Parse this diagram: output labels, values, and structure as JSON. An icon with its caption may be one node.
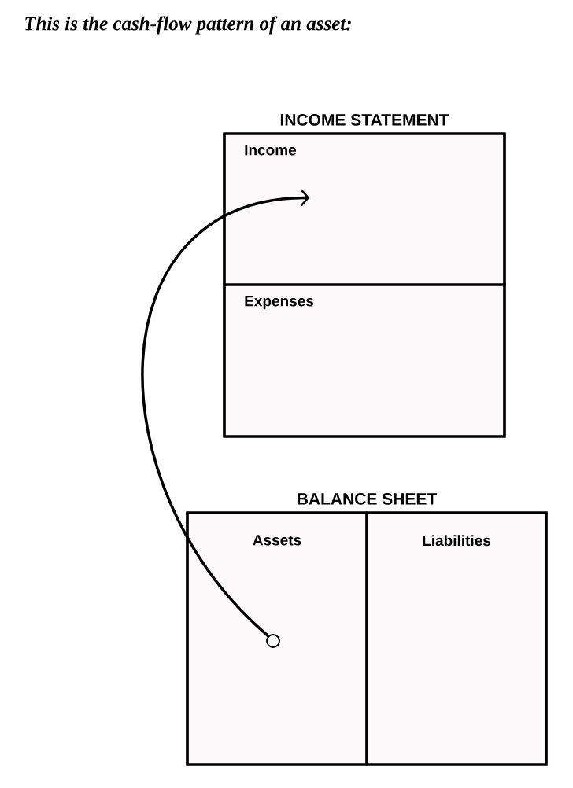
{
  "diagram": {
    "title": "This is the cash-flow pattern of an asset:",
    "nodes": [
      {
        "text": [
          "INCOME STATEMENT"
        ]
      },
      {
        "text": [
          "Income"
        ],
        "in": 0
      },
      {
        "text": [
          "Expenses"
        ],
        "in": 0
      },
      {
        "text": [
          "BALANCE SHEET"
        ]
      },
      {
        "text": [
          "Assets"
        ],
        "in": 3
      },
      {
        "text": [
          "Liabilities"
        ],
        "in": 3
      },
      {
        "text": [],
        "shape": "circle",
        "in": 4
      }
    ],
    "edges": [
      {
        "from": 6,
        "to": 1,
        "arrow": "to"
      }
    ]
  }
}
